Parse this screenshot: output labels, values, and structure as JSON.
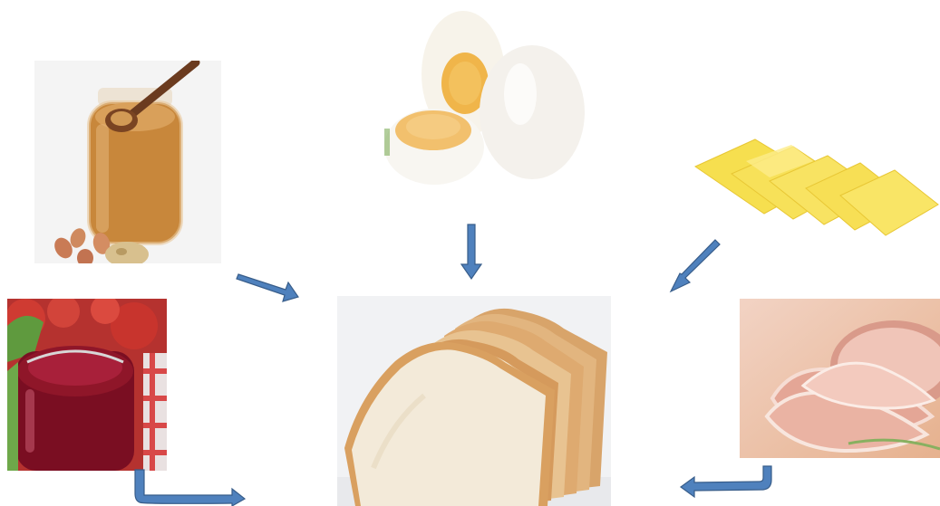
{
  "diagram": {
    "center": {
      "name": "bread-slices",
      "icon": "bread-icon"
    },
    "ingredients": [
      {
        "name": "peanut-butter",
        "icon": "peanut-butter-jar-icon"
      },
      {
        "name": "boiled-eggs",
        "icon": "boiled-egg-icon"
      },
      {
        "name": "cheese-slices",
        "icon": "cheese-slices-icon"
      },
      {
        "name": "strawberry-jam",
        "icon": "jam-jar-icon"
      },
      {
        "name": "sliced-ham",
        "icon": "ham-slices-icon"
      }
    ],
    "colors": {
      "arrow_fill": "#4f81bd",
      "arrow_stroke": "#385d8a"
    }
  }
}
